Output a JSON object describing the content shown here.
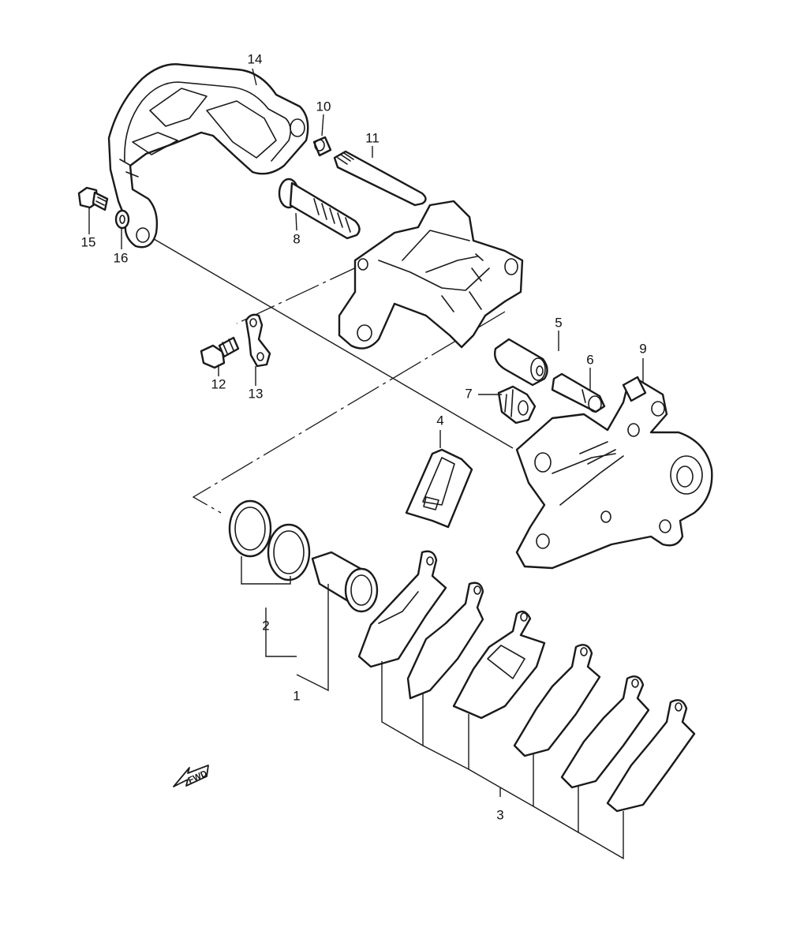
{
  "callouts": {
    "p1": "1",
    "p2": "2",
    "p3": "3",
    "p4": "4",
    "p5": "5",
    "p6": "6",
    "p7": "7",
    "p8": "8",
    "p9": "9",
    "p10": "10",
    "p11": "11",
    "p12": "12",
    "p13": "13",
    "p14": "14",
    "p15": "15",
    "p16": "16"
  },
  "fwd_label": "FWD"
}
